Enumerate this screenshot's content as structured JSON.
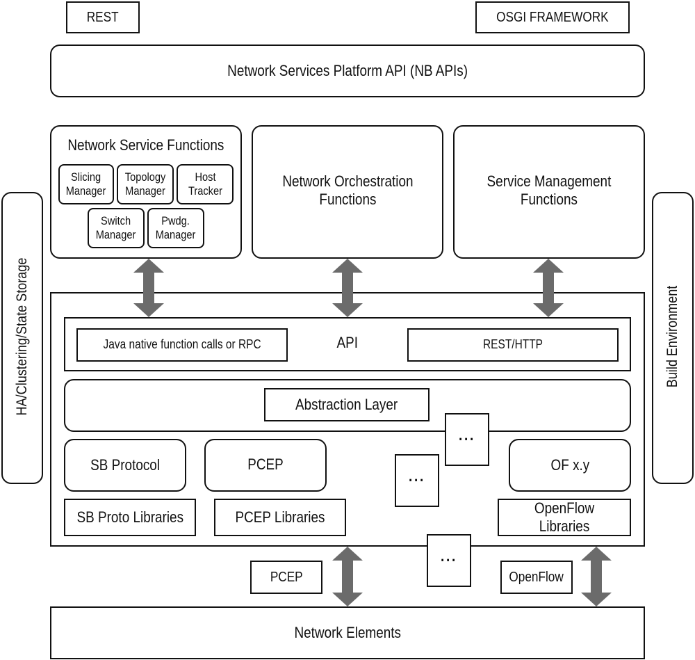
{
  "top_labels": {
    "rest": "REST",
    "osgi": "OSGI FRAMEWORK"
  },
  "nb_api": "Network Services Platform API (NB APIs)",
  "functions": {
    "network_service_functions": {
      "title": "Network Service Functions",
      "modules": {
        "slicing": "Slicing\nManager",
        "topology": "Topology\nManager",
        "host": "Host\nTracker",
        "switch": "Switch\nManager",
        "pwdg": "Pwdg.\nManager"
      }
    },
    "network_orchestration": "Network Orchestration\nFunctions",
    "service_management": "Service Management\nFunctions"
  },
  "side": {
    "left": "HA/Clustering/State Storage",
    "right": "Build Environment"
  },
  "core": {
    "api": {
      "label": "API",
      "java": "Java native function calls or RPC",
      "rest_http": "REST/HTTP"
    },
    "abstraction": "Abstraction Layer",
    "plugins": {
      "sb_protocol": "SB Protocol",
      "pcep": "PCEP",
      "ofxy": "OF x.y",
      "sb_libs": "SB Proto Libraries",
      "pcep_libs": "PCEP Libraries",
      "of_libs": "OpenFlow Libraries",
      "ellipsis": "···"
    }
  },
  "southbound": {
    "pcep": "PCEP",
    "openflow": "OpenFlow",
    "ellipsis": "···"
  },
  "network_elements": "Network Elements",
  "colors": {
    "arrow": "#6b6b6b",
    "border": "#111111",
    "background": "#ffffff"
  }
}
